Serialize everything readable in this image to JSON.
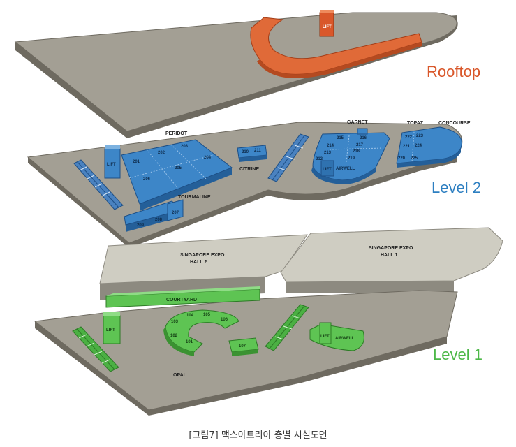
{
  "levels": {
    "rooftop": {
      "label": "Rooftop",
      "color": "#d9572a"
    },
    "level2": {
      "label": "Level 2",
      "color": "#2d7fc1"
    },
    "level1": {
      "label": "Level 1",
      "color": "#4db848"
    }
  },
  "colors": {
    "floor": "#a39f94",
    "floor_edge": "#6e6a60",
    "hall": "#cfcdc2",
    "rooftop_fill": "#e06a38",
    "level2_fill": "#3d86c8",
    "level1_fill": "#5ec453"
  },
  "rooftop": {
    "lift": "LIFT"
  },
  "level2": {
    "peridot": "PERIDOT",
    "peridot_rooms": [
      "201",
      "202",
      "203",
      "204",
      "205",
      "206"
    ],
    "tourmaline": "TOURMALINE",
    "tourmaline_rooms": [
      "207",
      "208",
      "209"
    ],
    "citrine": "CITRINE",
    "citrine_rooms": [
      "210",
      "211"
    ],
    "garnet": "GARNET",
    "garnet_rooms": [
      "215",
      "216",
      "214",
      "217",
      "213",
      "218",
      "212",
      "219"
    ],
    "topaz": "TOPAZ",
    "concourse": "CONCOURSE",
    "topaz_rooms": [
      "222",
      "223",
      "221",
      "224",
      "220",
      "225"
    ],
    "lift_a": "LIFT",
    "lift_b": "LIFT",
    "airwell": "AIRWELL"
  },
  "halls": {
    "hall2_line1": "SINGAPORE EXPO",
    "hall2_line2": "HALL 2",
    "hall1_line1": "SINGAPORE EXPO",
    "hall1_line2": "HALL 1"
  },
  "level1": {
    "courtyard": "COURTYARD",
    "rooms": [
      "103",
      "104",
      "105",
      "106",
      "102",
      "101",
      "107"
    ],
    "lift_a": "LIFT",
    "lift_b": "LIFT",
    "airwell": "AIRWELL",
    "opal": "OPAL"
  },
  "caption": "[그림7] 맥스아트리아 층별 시설도면"
}
